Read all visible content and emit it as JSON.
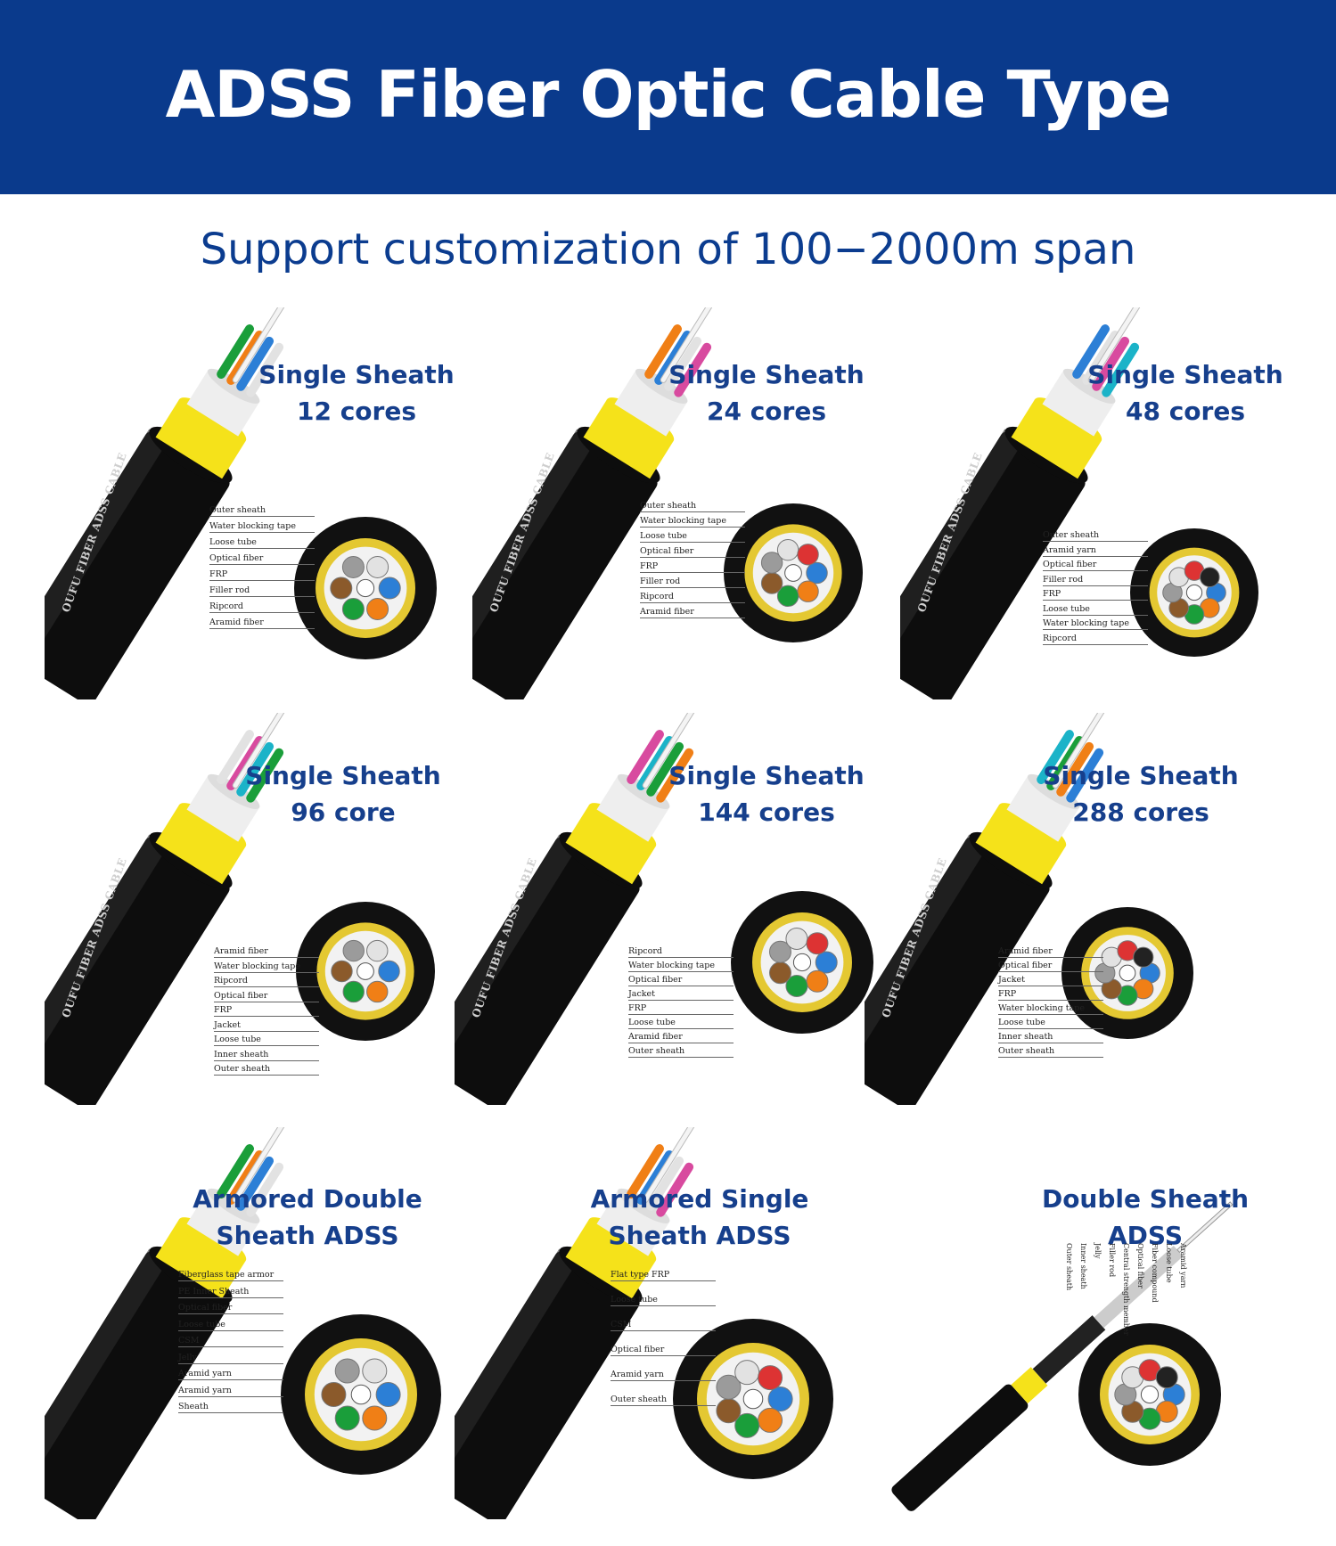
{
  "header": {
    "title": "ADSS Fiber Optic Cable Type"
  },
  "subtitle": "Support customization of 100−2000m span",
  "cards": [
    {
      "title1": "Single Sheath",
      "title2": "12 cores",
      "brand": "OUFU FIBER ADSS CABLE",
      "labels": [
        "Outer sheath",
        "Water blocking tape",
        "Loose tube",
        "Optical fiber",
        "FRP",
        "Filler rod",
        "Ripcord",
        "Aramid fiber"
      ]
    },
    {
      "title1": "Single Sheath",
      "title2": "24 cores",
      "brand": "OUFU FIBER ADSS CABLE",
      "labels": [
        "Outer sheath",
        "Water blocking tape",
        "Loose tube",
        "Optical fiber",
        "FRP",
        "Filler rod",
        "Ripcord",
        "Aramid fiber"
      ]
    },
    {
      "title1": "Single Sheath",
      "title2": "48 cores",
      "brand": "OUFU FIBER ADSS CABLE",
      "labels": [
        "Outer sheath",
        "Aramid yarn",
        "Optical fiber",
        "Filler rod",
        "FRP",
        "Loose tube",
        "Water blocking tape",
        "Ripcord"
      ]
    },
    {
      "title1": "Single Sheath",
      "title2": "96 core",
      "brand": "OUFU FIBER ADSS CABLE",
      "labels": [
        "Aramid fiber",
        "Water blocking tape",
        "Ripcord",
        "Optical fiber",
        "FRP",
        "Jacket",
        "Loose tube",
        "Inner sheath",
        "Outer sheath"
      ]
    },
    {
      "title1": "Single Sheath",
      "title2": "144 cores",
      "brand": "OUFU FIBER ADSS CABLE",
      "labels": [
        "Ripcord",
        "Water blocking tape",
        "Optical fiber",
        "Jacket",
        "FRP",
        "Loose tube",
        "Aramid fiber",
        "Outer sheath"
      ]
    },
    {
      "title1": "Single Sheath",
      "title2": "288 cores",
      "brand": "OUFU FIBER ADSS CABLE",
      "labels": [
        "Aramid fiber",
        "Optical fiber",
        "Jacket",
        "FRP",
        "Water blocking tape",
        "Loose tube",
        "Inner sheath",
        "Outer sheath"
      ]
    },
    {
      "title1": "Armored Double",
      "title2": "Sheath ADSS",
      "brand": "",
      "labels": [
        "Fiberglass tape armor",
        "PE Inner Sheath",
        "Optical fiber",
        "Loose tube",
        "CSM",
        "Jelly",
        "Aramid yarn",
        "Aramid yarn",
        "Sheath"
      ]
    },
    {
      "title1": "Armored Single",
      "title2": "Sheath ADSS",
      "brand": "",
      "labels": [
        "Flat type FRP",
        "Loose tube",
        "CSM",
        "Optical fiber",
        "Aramid yarn",
        "Outer sheath"
      ]
    },
    {
      "title1": "Double Sheath",
      "title2": "ADSS",
      "brand": "",
      "labels": [
        "Outer sheath",
        "Inner sheath",
        "Jelly",
        "Filler rod",
        "Central strength member",
        "Optical fiber",
        "Fiber compound",
        "Loose tube",
        "Aramid yarn"
      ]
    }
  ],
  "colors": {
    "banner": "#0a3a8c",
    "title_text": "#163f8c",
    "sheath": "#111111",
    "tape": "#f5e21a"
  }
}
